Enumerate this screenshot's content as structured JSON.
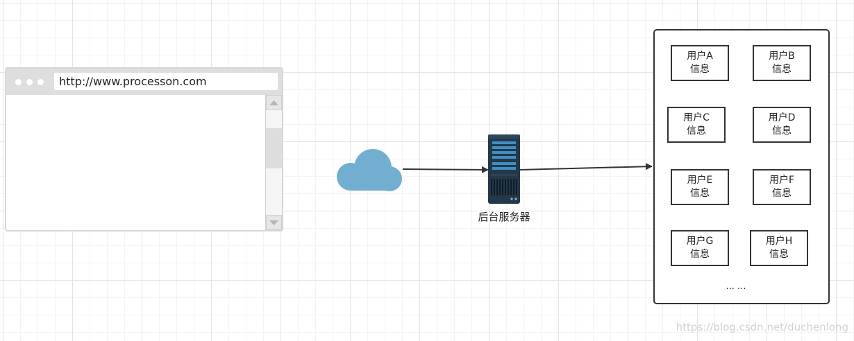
{
  "browser": {
    "url": "http://www.processon.com"
  },
  "server": {
    "label": "后台服务器"
  },
  "database": {
    "records": [
      {
        "line1": "用户A",
        "line2": "信息"
      },
      {
        "line1": "用户B",
        "line2": "信息"
      },
      {
        "line1": "用户C",
        "line2": "信息"
      },
      {
        "line1": "用户D",
        "line2": "信息"
      },
      {
        "line1": "用户E",
        "line2": "信息"
      },
      {
        "line1": "用户F",
        "line2": "信息"
      },
      {
        "line1": "用户G",
        "line2": "信息"
      },
      {
        "line1": "用户H",
        "line2": "信息"
      }
    ],
    "more": "... ..."
  },
  "watermark": "https://blog.csdn.net/duchenlong",
  "icons": {
    "cloud": "cloud-icon",
    "server": "server-rack-icon"
  },
  "colors": {
    "cloud": "#72aed0",
    "server": "#24384a",
    "server_accent": "#3f8fc4",
    "arrow": "#333333"
  }
}
